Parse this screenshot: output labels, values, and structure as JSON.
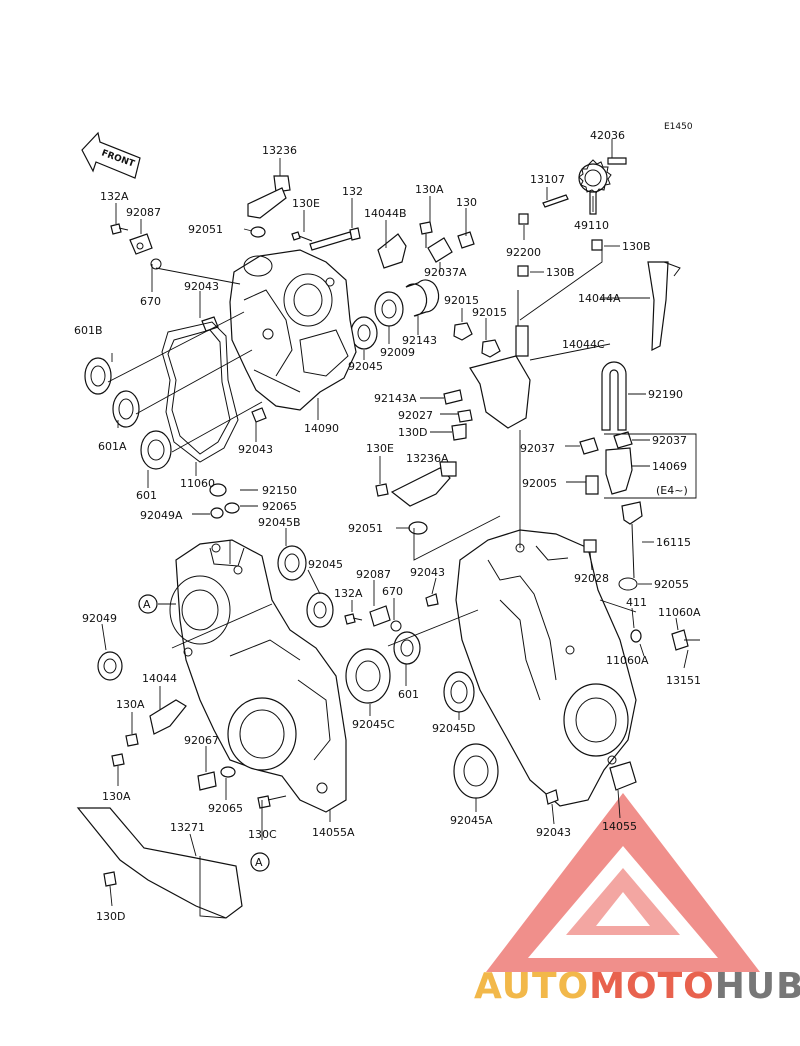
{
  "diagram": {
    "code": "E1450",
    "front_label": "FRONT",
    "labels": [
      {
        "id": "13236",
        "text": "13236"
      },
      {
        "id": "132A-top",
        "text": "132A"
      },
      {
        "id": "92087-top",
        "text": "92087"
      },
      {
        "id": "130E-top",
        "text": "130E"
      },
      {
        "id": "132",
        "text": "132"
      },
      {
        "id": "130A-top",
        "text": "130A"
      },
      {
        "id": "130-top",
        "text": "130"
      },
      {
        "id": "13107",
        "text": "13107"
      },
      {
        "id": "42036",
        "text": "42036"
      },
      {
        "id": "92051-top",
        "text": "92051"
      },
      {
        "id": "14044B",
        "text": "14044B"
      },
      {
        "id": "49110",
        "text": "49110"
      },
      {
        "id": "92200",
        "text": "92200"
      },
      {
        "id": "130B-1",
        "text": "130B"
      },
      {
        "id": "130B-2",
        "text": "130B"
      },
      {
        "id": "92037A",
        "text": "92037A"
      },
      {
        "id": "670-top",
        "text": "670"
      },
      {
        "id": "92043-top",
        "text": "92043"
      },
      {
        "id": "92015-1",
        "text": "92015"
      },
      {
        "id": "92015-2",
        "text": "92015"
      },
      {
        "id": "14044A",
        "text": "14044A"
      },
      {
        "id": "601B",
        "text": "601B"
      },
      {
        "id": "92143",
        "text": "92143"
      },
      {
        "id": "92009",
        "text": "92009"
      },
      {
        "id": "14044C",
        "text": "14044C"
      },
      {
        "id": "92045-top",
        "text": "92045"
      },
      {
        "id": "92190",
        "text": "92190"
      },
      {
        "id": "92143A",
        "text": "92143A"
      },
      {
        "id": "601A",
        "text": "601A"
      },
      {
        "id": "14090",
        "text": "14090"
      },
      {
        "id": "92027",
        "text": "92027"
      },
      {
        "id": "130D-mid",
        "text": "130D"
      },
      {
        "id": "92043-mid",
        "text": "92043"
      },
      {
        "id": "130E-mid",
        "text": "130E"
      },
      {
        "id": "13236A",
        "text": "13236A"
      },
      {
        "id": "92037-l",
        "text": "92037"
      },
      {
        "id": "92037-r",
        "text": "92037"
      },
      {
        "id": "14069",
        "text": "14069"
      },
      {
        "id": "601",
        "text": "601"
      },
      {
        "id": "11060",
        "text": "11060"
      },
      {
        "id": "92005",
        "text": "92005"
      },
      {
        "id": "E4",
        "text": "(E4~)"
      },
      {
        "id": "92150",
        "text": "92150"
      },
      {
        "id": "92049A",
        "text": "92049A"
      },
      {
        "id": "92065-top",
        "text": "92065"
      },
      {
        "id": "92045B",
        "text": "92045B"
      },
      {
        "id": "92051-mid",
        "text": "92051"
      },
      {
        "id": "16115",
        "text": "16115"
      },
      {
        "id": "92045-mid",
        "text": "92045"
      },
      {
        "id": "92087-mid",
        "text": "92087"
      },
      {
        "id": "92043-mid2",
        "text": "92043"
      },
      {
        "id": "92028",
        "text": "92028"
      },
      {
        "id": "92055",
        "text": "92055"
      },
      {
        "id": "A-left",
        "text": "A"
      },
      {
        "id": "132A-mid",
        "text": "132A"
      },
      {
        "id": "670-mid",
        "text": "670"
      },
      {
        "id": "411",
        "text": "411"
      },
      {
        "id": "11060A-1",
        "text": "11060A"
      },
      {
        "id": "92049",
        "text": "92049"
      },
      {
        "id": "11060A-2",
        "text": "11060A"
      },
      {
        "id": "14044",
        "text": "14044"
      },
      {
        "id": "13151",
        "text": "13151"
      },
      {
        "id": "601-mid",
        "text": "601"
      },
      {
        "id": "130A-mid",
        "text": "130A"
      },
      {
        "id": "92045C",
        "text": "92045C"
      },
      {
        "id": "92045D",
        "text": "92045D"
      },
      {
        "id": "92067",
        "text": "92067"
      },
      {
        "id": "130A-bot",
        "text": "130A"
      },
      {
        "id": "92065-bot",
        "text": "92065"
      },
      {
        "id": "14055A",
        "text": "14055A"
      },
      {
        "id": "92045A",
        "text": "92045A"
      },
      {
        "id": "92043-bot",
        "text": "92043"
      },
      {
        "id": "14055",
        "text": "14055"
      },
      {
        "id": "13271",
        "text": "13271"
      },
      {
        "id": "130C",
        "text": "130C"
      },
      {
        "id": "A-bot",
        "text": "A"
      },
      {
        "id": "130D-bot",
        "text": "130D"
      }
    ]
  },
  "watermark": {
    "part1": "AUTO",
    "part2": "MOTO",
    "part3": "HUB",
    "colors": {
      "auto": "#f2b84a",
      "moto": "#e8624e",
      "hub": "#777777",
      "logo": "#e8504a"
    }
  }
}
